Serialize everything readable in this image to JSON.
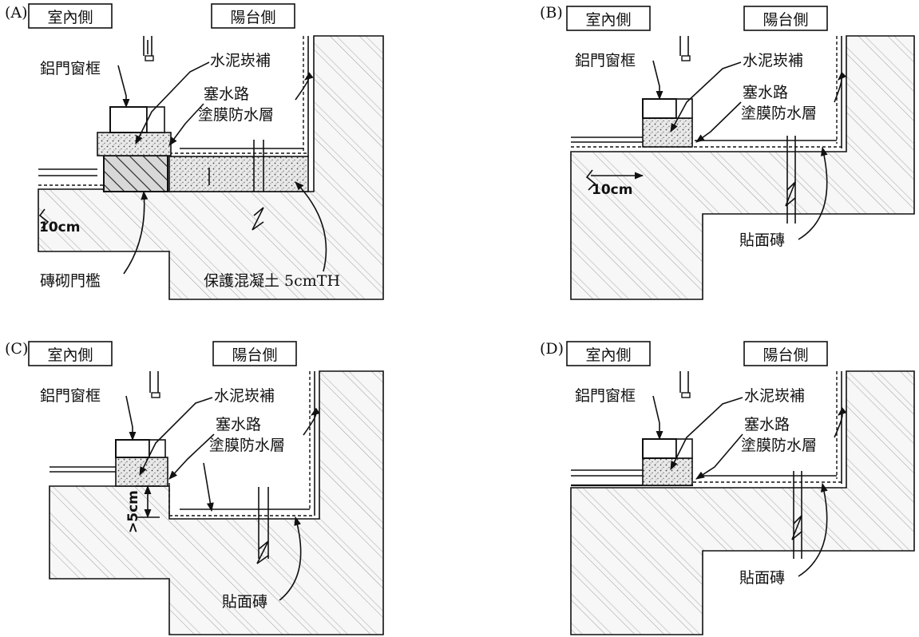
{
  "panels": [
    {
      "id": "A",
      "letter": "(A)",
      "header_left": "室內側",
      "header_right": "陽台側",
      "label_frame": "鋁門窗框",
      "label_mortar": "水泥崁補",
      "label_seal": "塞水路",
      "label_membrane": "塗膜防水層",
      "label_bottom_left": "磚砌門檻",
      "label_bottom_right": "保護混凝土 5cmTH",
      "dimension": "10cm"
    },
    {
      "id": "B",
      "letter": "(B)",
      "header_left": "室內側",
      "header_right": "陽台側",
      "label_frame": "鋁門窗框",
      "label_mortar": "水泥崁補",
      "label_seal": "塞水路",
      "label_membrane": "塗膜防水層",
      "label_tile": "貼面磚",
      "dimension": "10cm"
    },
    {
      "id": "C",
      "letter": "(C)",
      "header_left": "室內側",
      "header_right": "陽台側",
      "label_frame": "鋁門窗框",
      "label_mortar": "水泥崁補",
      "label_seal": "塞水路",
      "label_membrane": "塗膜防水層",
      "label_tile": "貼面磚",
      "dimension": ">5cm"
    },
    {
      "id": "D",
      "letter": "(D)",
      "header_left": "室內側",
      "header_right": "陽台側",
      "label_frame": "鋁門窗框",
      "label_mortar": "水泥崁補",
      "label_seal": "塞水路",
      "label_membrane": "塗膜防水層",
      "label_tile": "貼面磚"
    }
  ]
}
